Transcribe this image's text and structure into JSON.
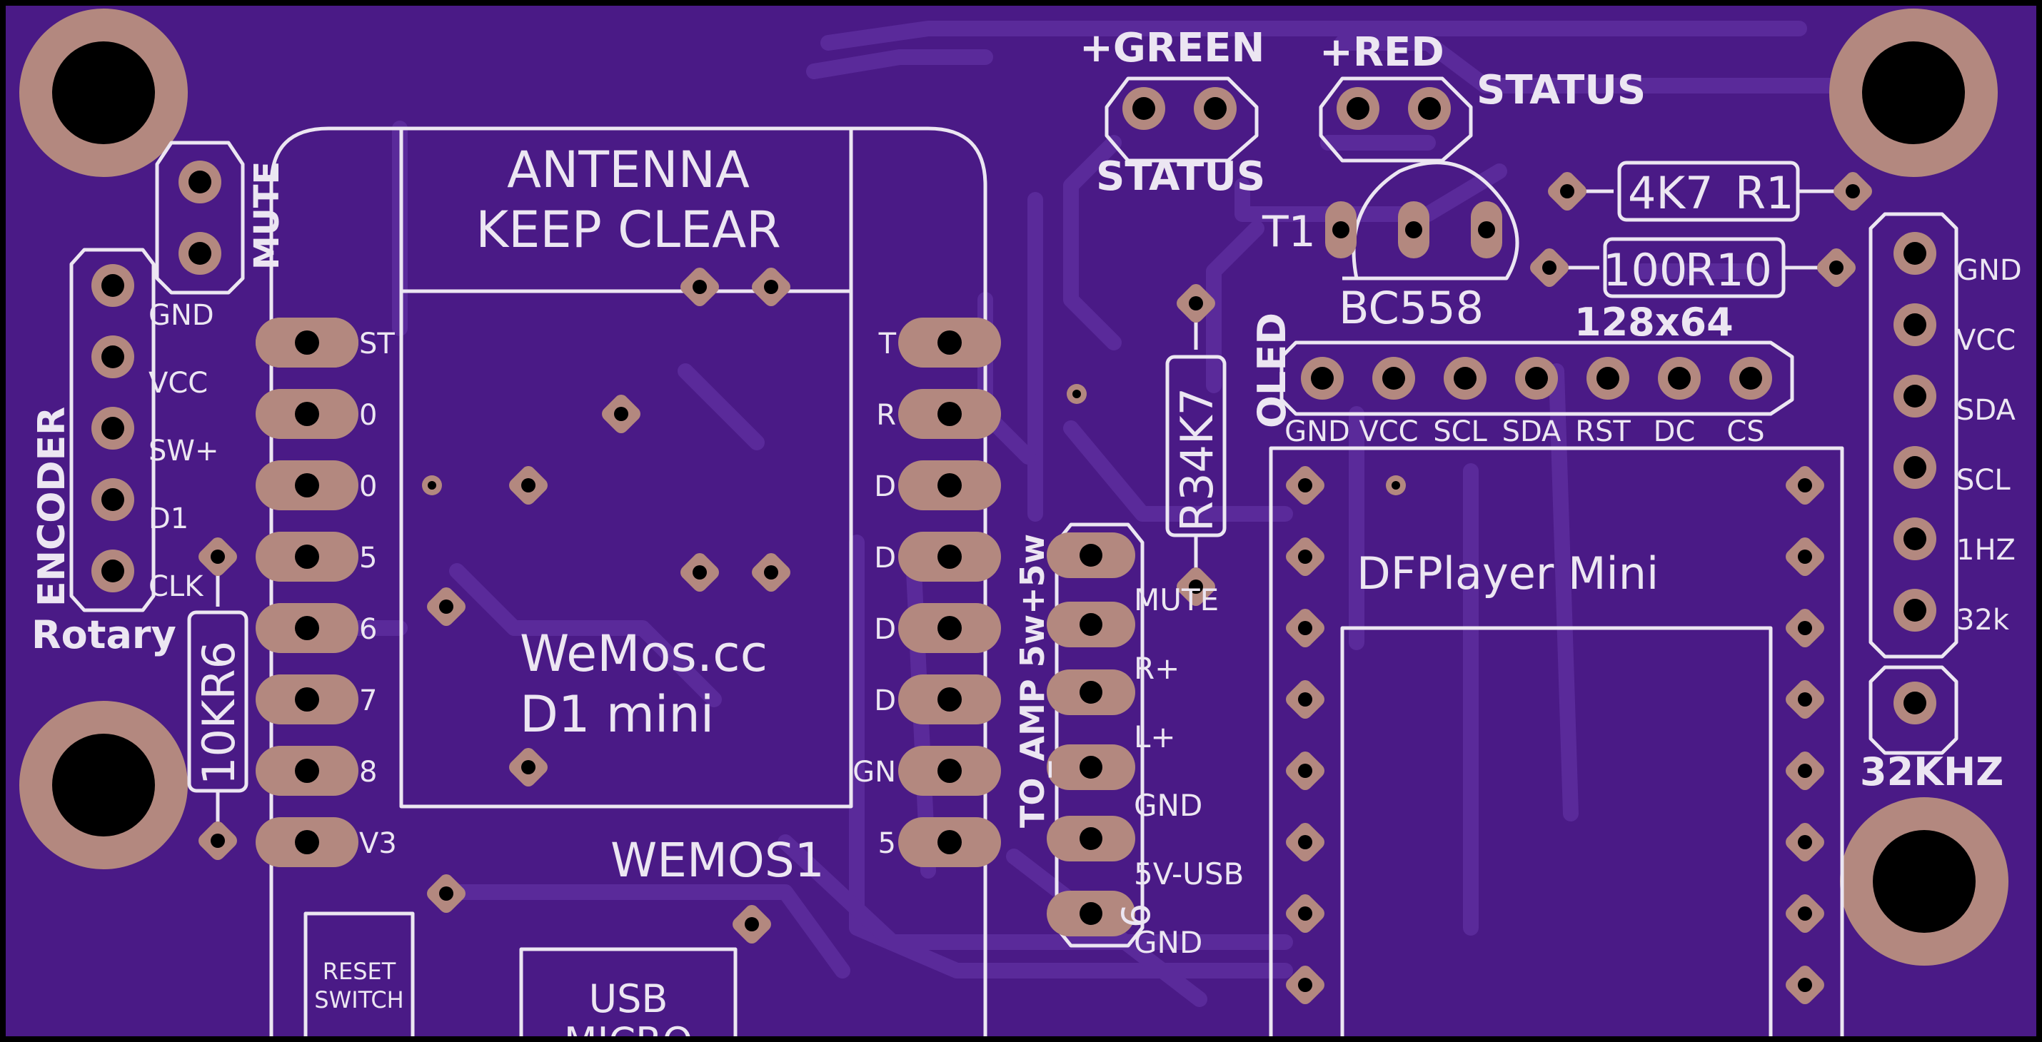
{
  "board": {
    "colors": {
      "substrate": "#4a1a86",
      "trace": "#5a2a9a",
      "silkscreen": "#ece6f2",
      "copper_pad": "#b3887f",
      "drill": "#000000",
      "edge": "#000000"
    }
  },
  "labels": {
    "green_plus": "+GREEN",
    "green_status": "STATUS",
    "red_plus": "+RED",
    "red_status": "STATUS",
    "r1_value": "4K7",
    "r1_ref": "R1",
    "r10_value": "100",
    "r10_ref": "R10",
    "t1_ref": "T1",
    "t1_part": "BC558",
    "oled_res": "128x64",
    "oled": "OLED",
    "r3_text": "R34K7",
    "mute": "MUTE",
    "encoder": "ENCODER",
    "rotary": "Rotary",
    "r6_text": "10KR6",
    "antenna_1": "ANTENNA",
    "antenna_2": "KEEP CLEAR",
    "wemos_1": "WeMos.cc",
    "wemos_2": "D1 mini",
    "wemos_ref": "WEMOS1",
    "reset_1": "RESET",
    "reset_2": "SWITCH",
    "usb_1": "USB",
    "usb_2": "MICRO",
    "amp_label": "TO_AMP 5w+5w",
    "amp_num": "6",
    "dfplayer": "DFPlayer Mini",
    "khz": "32KHZ"
  },
  "encoder_pins": [
    "GND",
    "VCC",
    "SW+",
    "D1",
    "CLK"
  ],
  "oled_pins": [
    "GND",
    "VCC",
    "SCL",
    "SDA",
    "RST",
    "DC",
    "CS"
  ],
  "rtc_pins": [
    "GND",
    "VCC",
    "SDA",
    "SCL",
    "1HZ",
    "32k"
  ],
  "amp_pins": [
    "MUTE",
    "R+",
    "L+",
    "GND",
    "5V-USB",
    "GND"
  ],
  "wemos_left_pins": [
    "ST",
    "0",
    "0",
    "5",
    "6",
    "7",
    "8",
    "V3"
  ],
  "wemos_right_pins": [
    "T",
    "R",
    "D",
    "D",
    "D",
    "D",
    "GN",
    "5"
  ]
}
